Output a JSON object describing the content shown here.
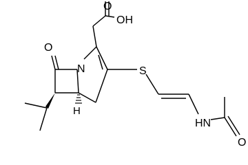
{
  "molecule": {
    "atom_labels": {
      "carboxyl_oxygen": "O",
      "carboxyl_hydroxyl": "OH",
      "lactam_oxygen": "O",
      "ring_nitrogen": "N",
      "thioether_sulfur": "S",
      "bridgehead_hydrogen": "H",
      "amide_nh": "HN",
      "acetyl_oxygen": "O"
    }
  }
}
